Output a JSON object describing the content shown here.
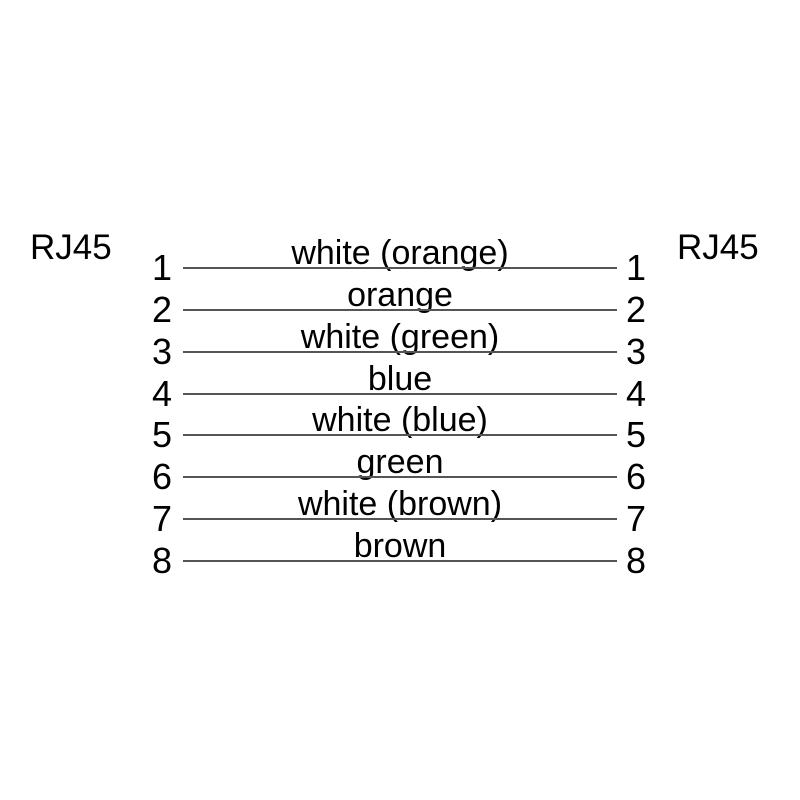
{
  "diagram": {
    "connector_left_label": "RJ45",
    "connector_right_label": "RJ45",
    "rows": [
      {
        "pin": "1",
        "color": "white (orange)"
      },
      {
        "pin": "2",
        "color": "orange"
      },
      {
        "pin": "3",
        "color": "white (green)"
      },
      {
        "pin": "4",
        "color": "blue"
      },
      {
        "pin": "5",
        "color": "white (blue)"
      },
      {
        "pin": "6",
        "color": "green"
      },
      {
        "pin": "7",
        "color": "white (brown)"
      },
      {
        "pin": "8",
        "color": "brown"
      }
    ],
    "colors": {
      "text": "#000000",
      "wire_line": "#555555",
      "background": "#ffffff"
    }
  }
}
